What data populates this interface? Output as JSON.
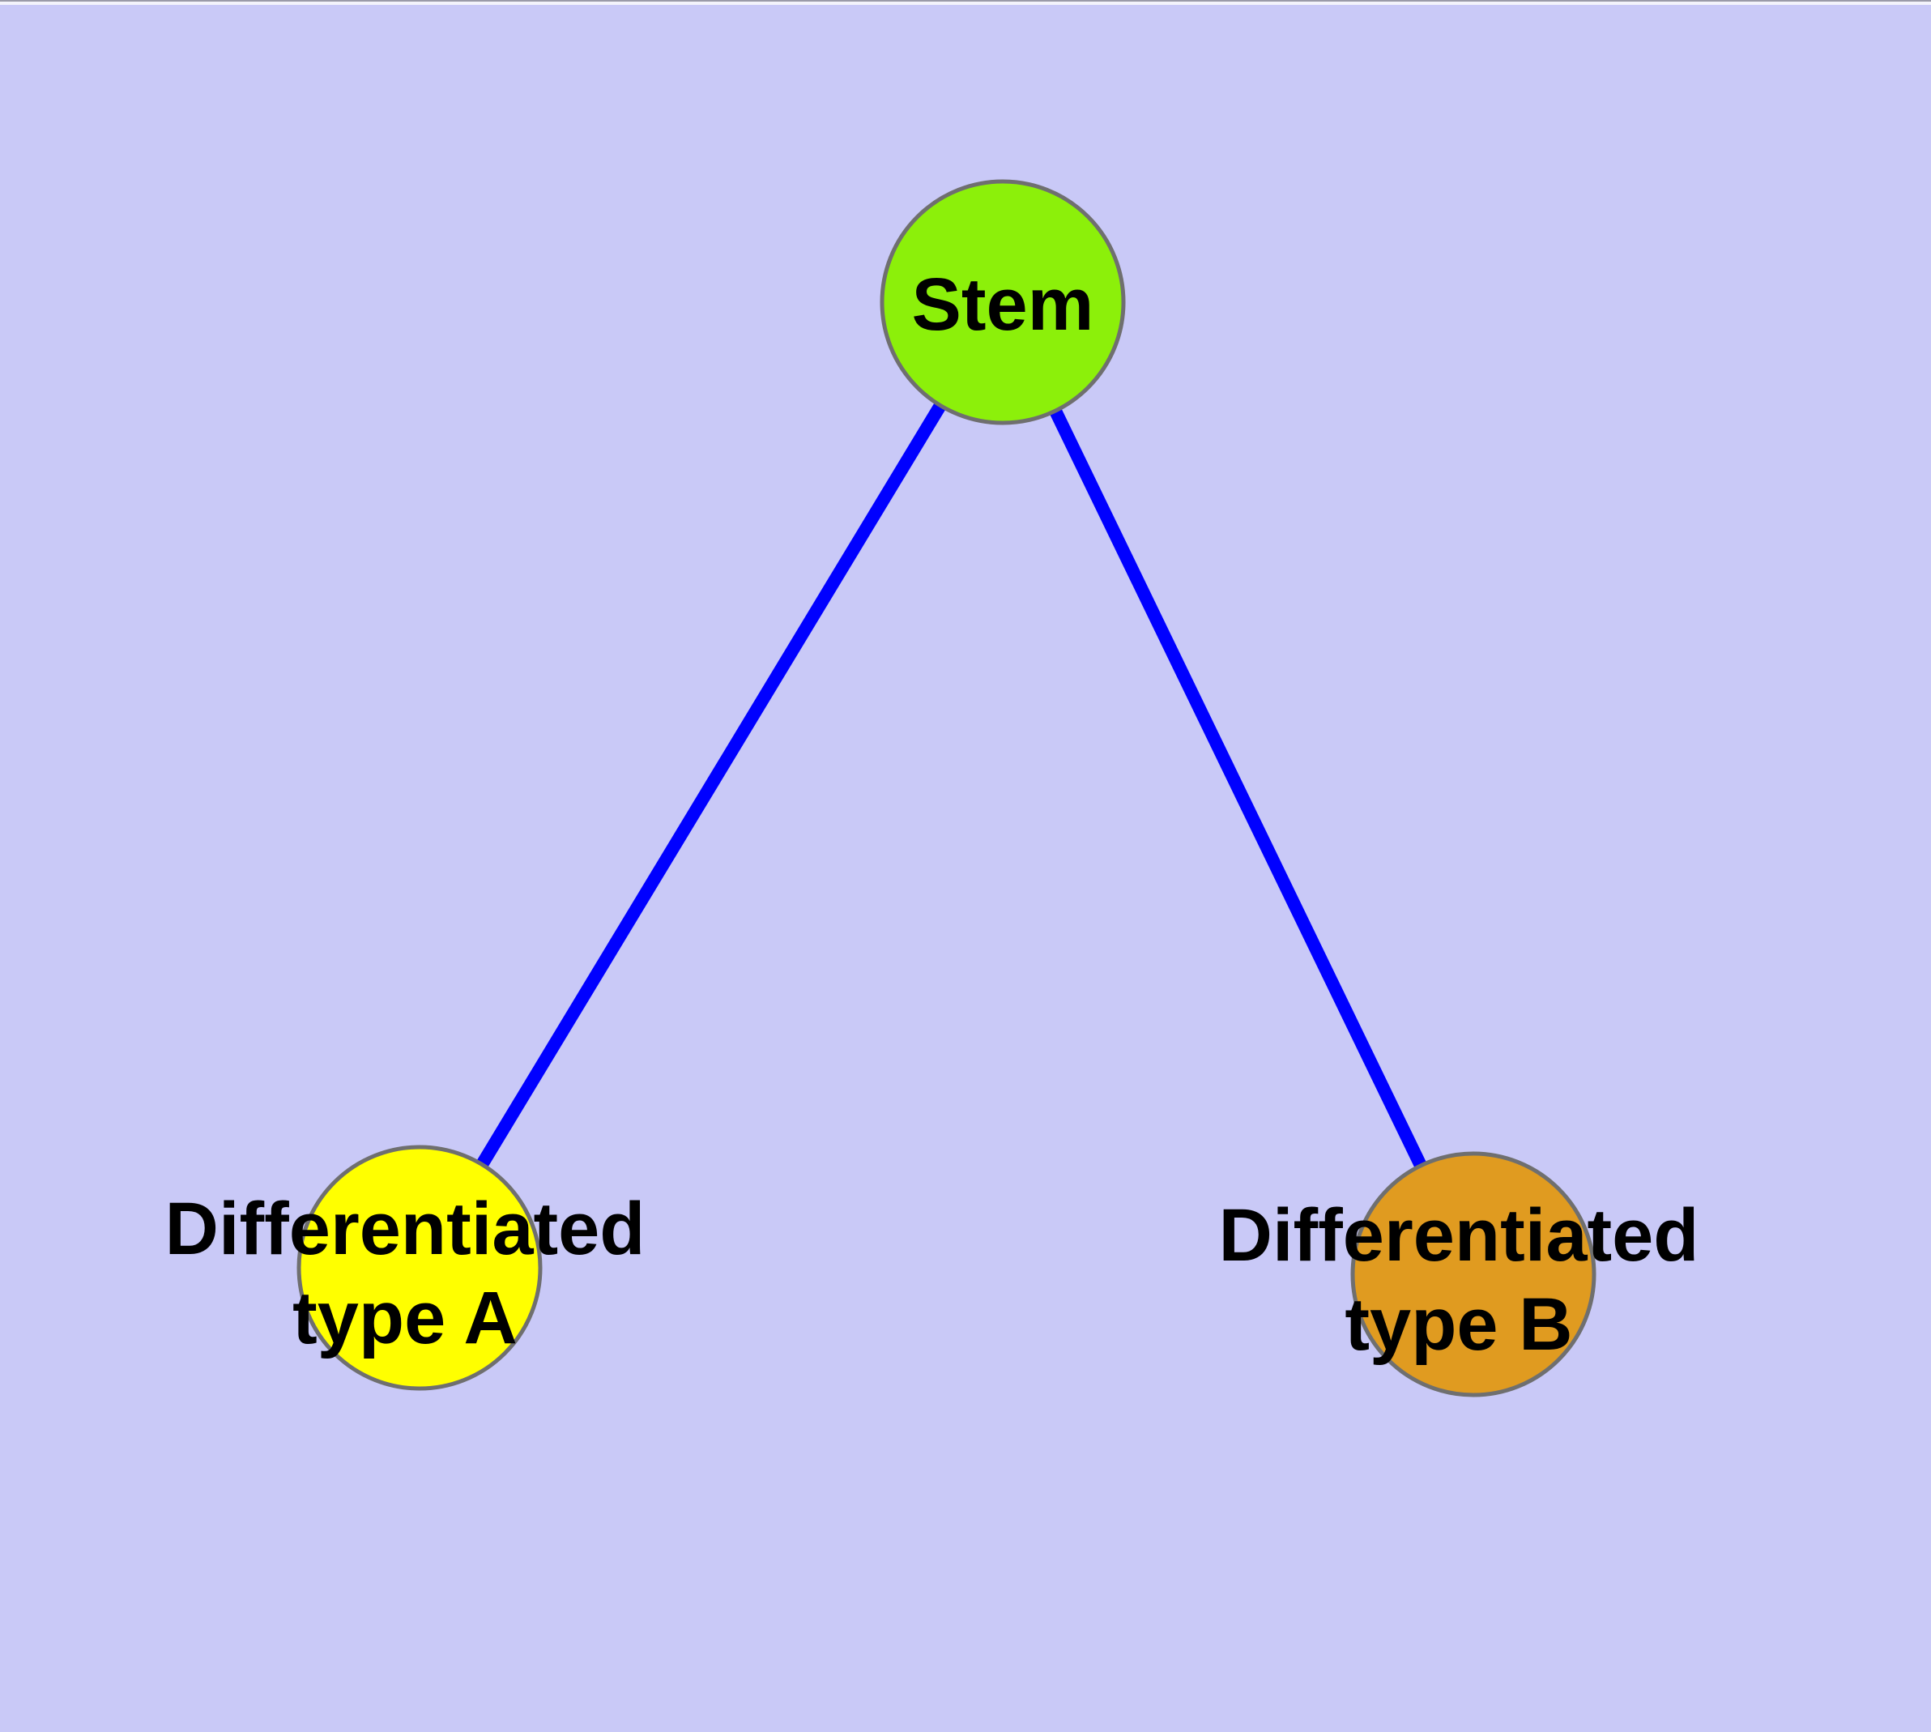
{
  "diagram": {
    "background_color": "#C9C9F7",
    "top_strip_dark_color": "#9A9AA8",
    "top_strip_light_color": "#F3F3FB",
    "edge_color": "#0000FF",
    "node_border_color": "#6F6F6F",
    "label_color": "#000000",
    "nodes": [
      {
        "id": "stem",
        "label": "Stem",
        "color": "#8CF00A"
      },
      {
        "id": "differentiated-type-a",
        "label": "Differentiated type A",
        "label_line1": "Differentiated",
        "label_line2": "type A",
        "color": "#FFFF00"
      },
      {
        "id": "differentiated-type-b",
        "label": "Differentiated type B",
        "label_line1": "Differentiated",
        "label_line2": "type B",
        "color": "#E09B20"
      }
    ],
    "edges": [
      {
        "from": "Stem",
        "to": "Differentiated type A"
      },
      {
        "from": "Stem",
        "to": "Differentiated type B"
      }
    ]
  }
}
